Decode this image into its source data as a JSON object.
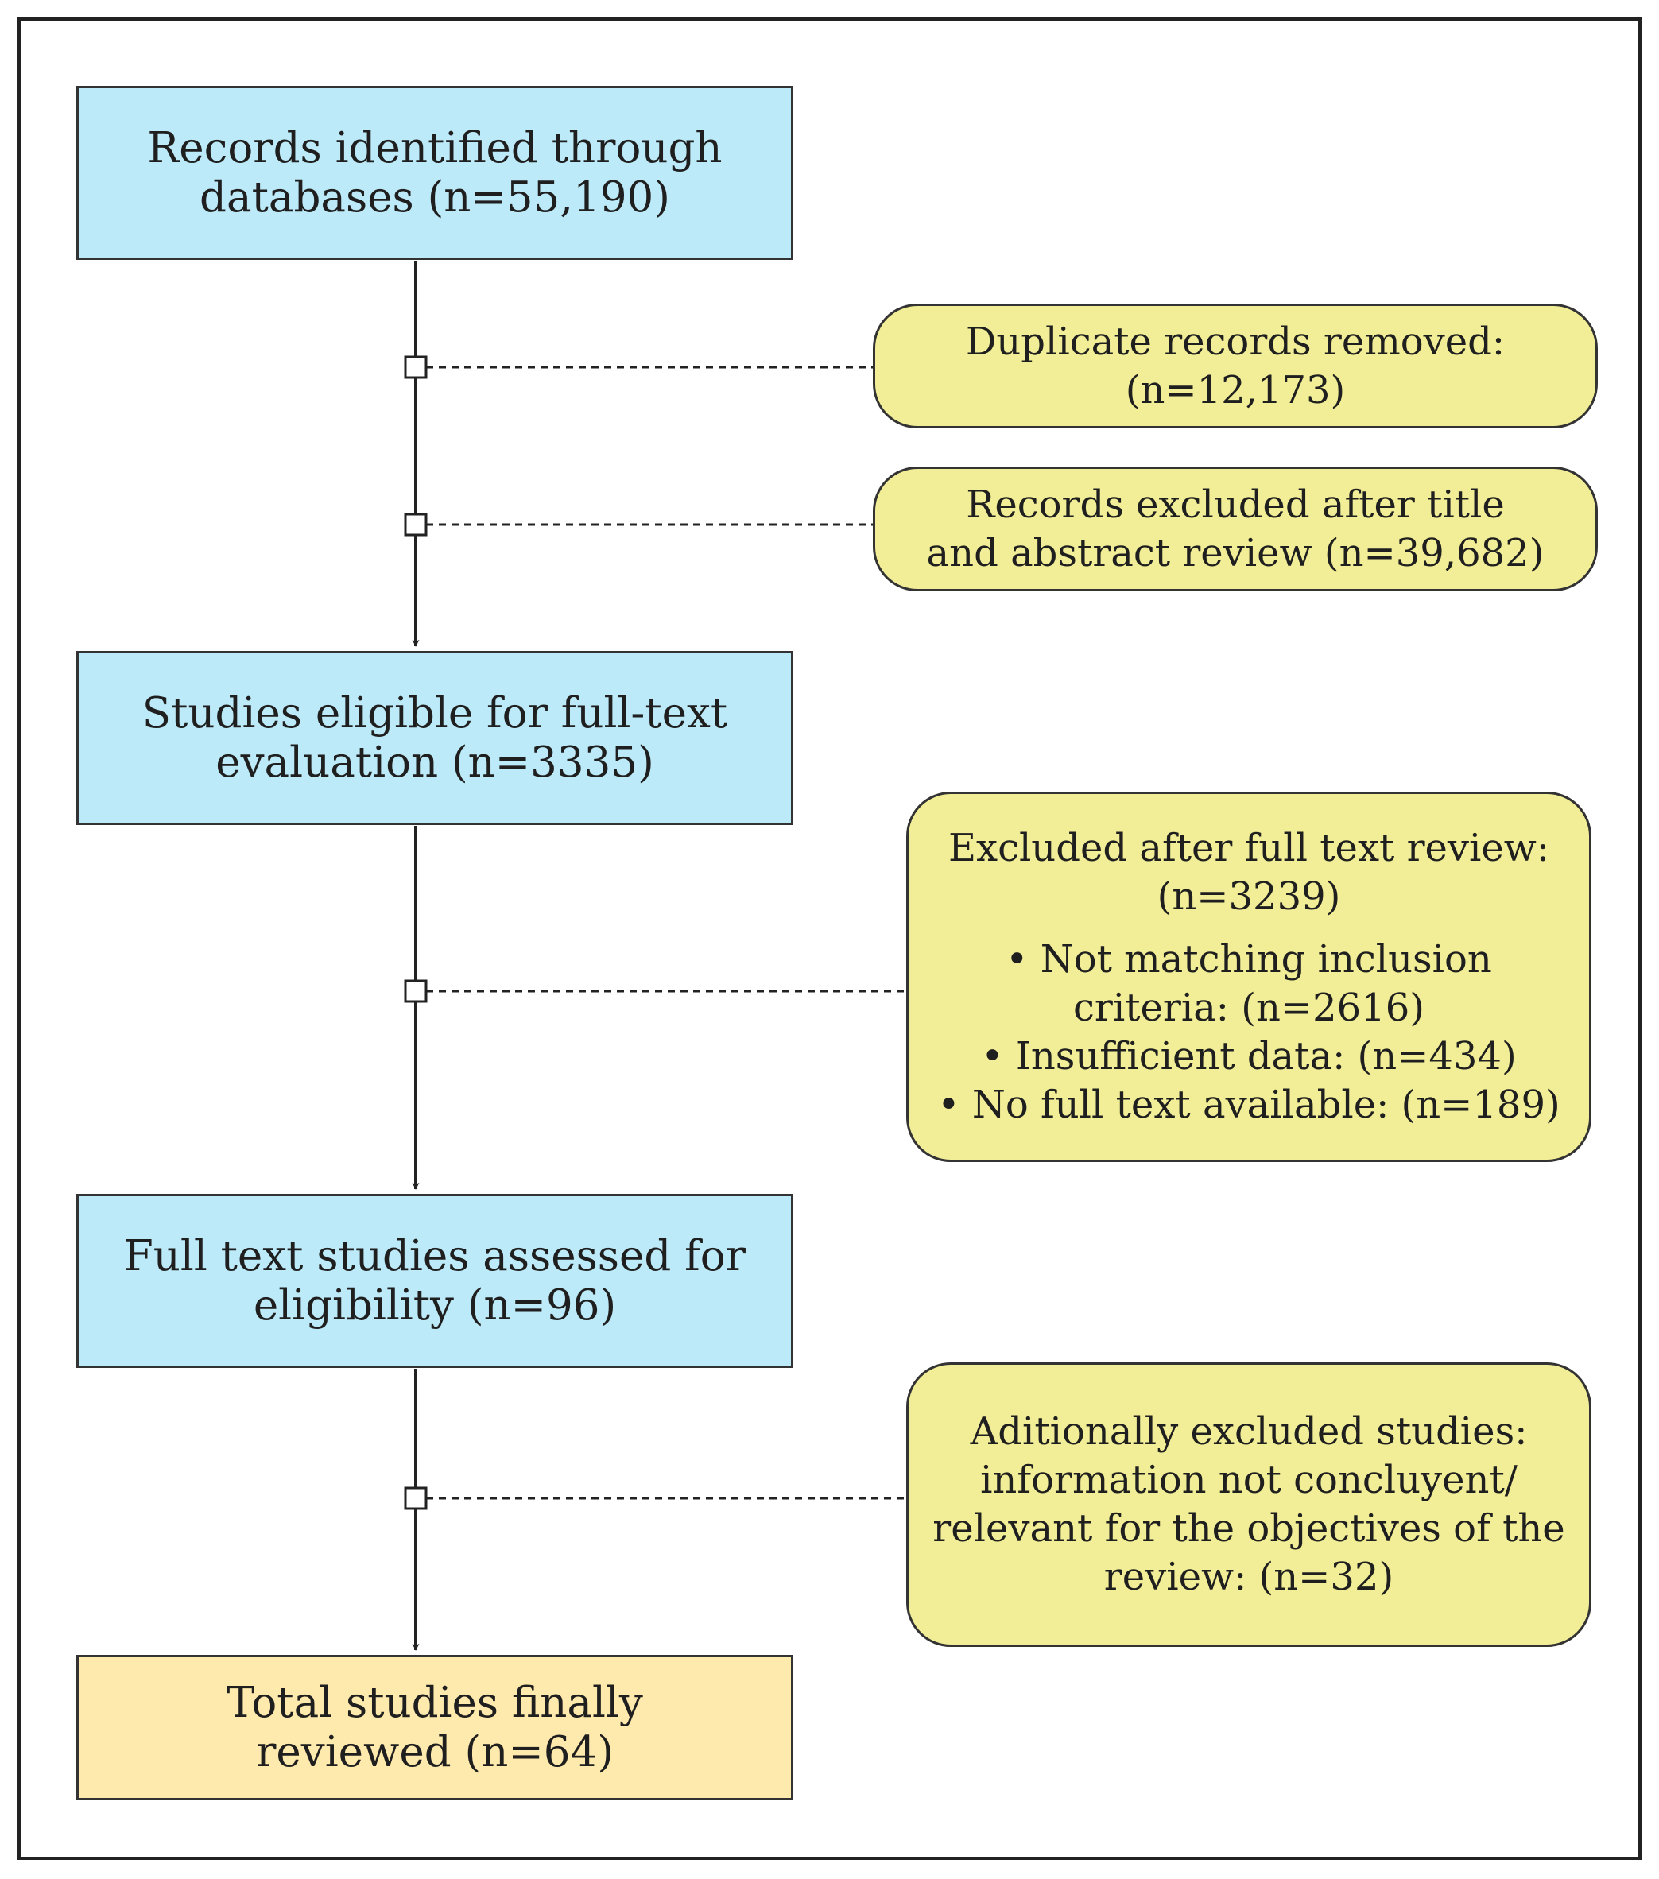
{
  "main_boxes": {
    "identified": {
      "line1": "Records identified through",
      "line2": "databases (n=55,190)"
    },
    "eligible": {
      "line1": "Studies eligible for full-text",
      "line2": "evaluation (n=3335)"
    },
    "assessed": {
      "line1": "Full text studies assessed for",
      "line2": "eligibility (n=96)"
    },
    "final": {
      "line1": "Total studies finally",
      "line2": "reviewed (n=64)"
    }
  },
  "side_boxes": {
    "duplicates": {
      "line1": "Duplicate records removed:",
      "line2": "(n=12,173)"
    },
    "title_abstract": {
      "line1": "Records excluded after title",
      "line2": "and abstract review (n=39,682)"
    },
    "full_text": {
      "line1": "Excluded after full text review:",
      "line2": "(n=3239)",
      "bullets": [
        "• Not matching inclusion",
        "criteria: (n=2616)",
        "• Insufficient data: (n=434)",
        "• No full text available: (n=189)"
      ]
    },
    "additional": {
      "line1": "Aditionally excluded studies:",
      "line2": "information not concluyent/",
      "line3": "relevant for the objectives of the",
      "line4": "review: (n=32)"
    }
  },
  "colors": {
    "main_fill": "#bdeaf8",
    "final_fill": "#ffeaad",
    "side_fill": "#f2ee97",
    "stroke": "#222222"
  }
}
